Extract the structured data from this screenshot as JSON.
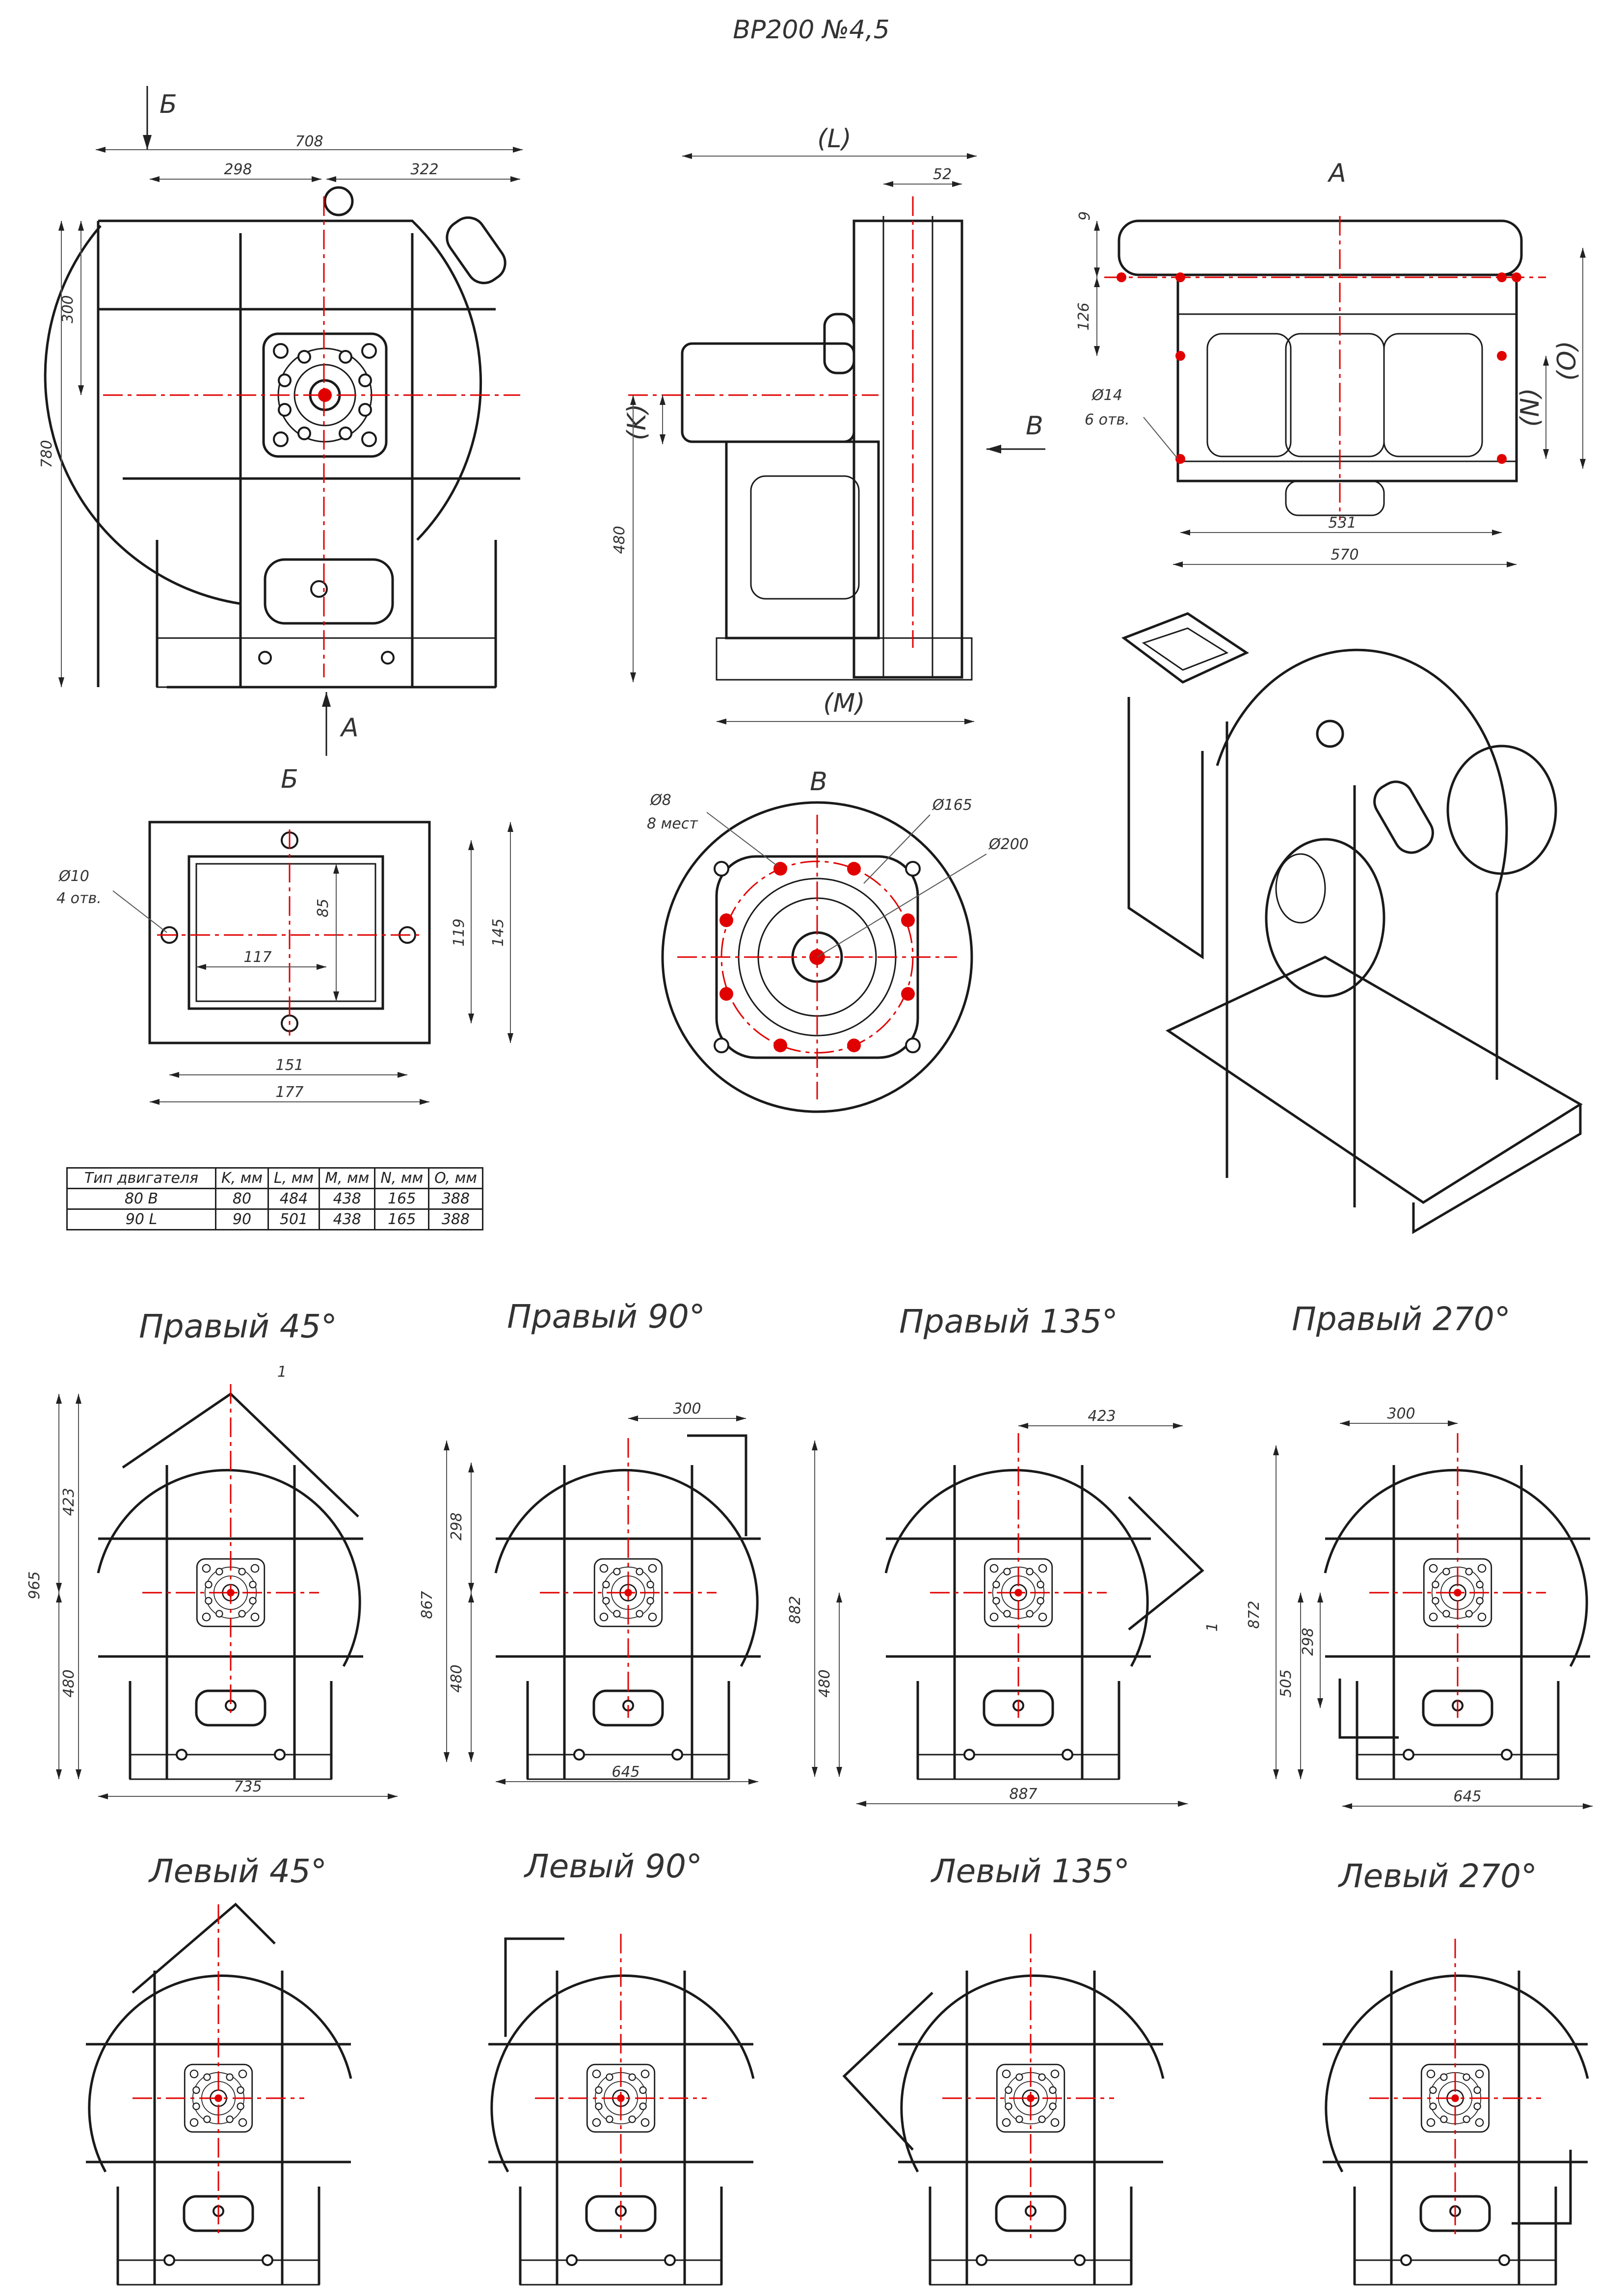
{
  "title": "ВР200 №4,5",
  "views": {
    "arrow_b": "Б",
    "arrow_a": "А",
    "arrow_v": "В",
    "label_a": "А",
    "label_b": "Б",
    "label_v": "В"
  },
  "front_view": {
    "width": "708",
    "w_left": "298",
    "w_right": "322",
    "height": "780",
    "h_top": "300"
  },
  "side_view": {
    "L": "(L)",
    "d52": "52",
    "K": "(K)",
    "h480": "480",
    "M": "(M)"
  },
  "view_a": {
    "d9": "9",
    "d126": "126",
    "O": "(O)",
    "N": "(N)",
    "holes": "Ø14",
    "holes_count": "6 отв.",
    "d531": "531",
    "d570": "570"
  },
  "view_b": {
    "holes": "Ø10",
    "holes_count": "4 отв.",
    "d85": "85",
    "d117": "117",
    "d119": "119",
    "d145": "145",
    "d151": "151",
    "d177": "177"
  },
  "view_v": {
    "holes": "Ø8",
    "holes_count": "8 мест",
    "d165": "Ø165",
    "d200": "Ø200"
  },
  "motor_table": {
    "headers": [
      "Тип двигателя",
      "K, мм",
      "L, мм",
      "M, мм",
      "N, мм",
      "O, мм"
    ],
    "rows": [
      [
        "80 B",
        "80",
        "484",
        "438",
        "165",
        "388"
      ],
      [
        "90 L",
        "90",
        "501",
        "438",
        "165",
        "388"
      ]
    ]
  },
  "orientations_right": [
    {
      "label": "Правый 45°",
      "d1": "1",
      "h_total": "965",
      "h_top": "423",
      "h_bottom": "480",
      "width": "735"
    },
    {
      "label": "Правый 90°",
      "d_top": "300",
      "h_total": "867",
      "h_top": "298",
      "h_bottom": "480",
      "width": "645"
    },
    {
      "label": "Правый 135°",
      "d_top": "423",
      "d1": "1",
      "h_total": "882",
      "h_bottom": "480",
      "width": "887"
    },
    {
      "label": "Правый 270°",
      "d_top": "300",
      "h_total": "872",
      "h_mid": "505",
      "h_low": "298",
      "width": "645"
    }
  ],
  "orientations_left": [
    {
      "label": "Левый 45°"
    },
    {
      "label": "Левый 90°"
    },
    {
      "label": "Левый 135°"
    },
    {
      "label": "Левый 270°"
    }
  ]
}
